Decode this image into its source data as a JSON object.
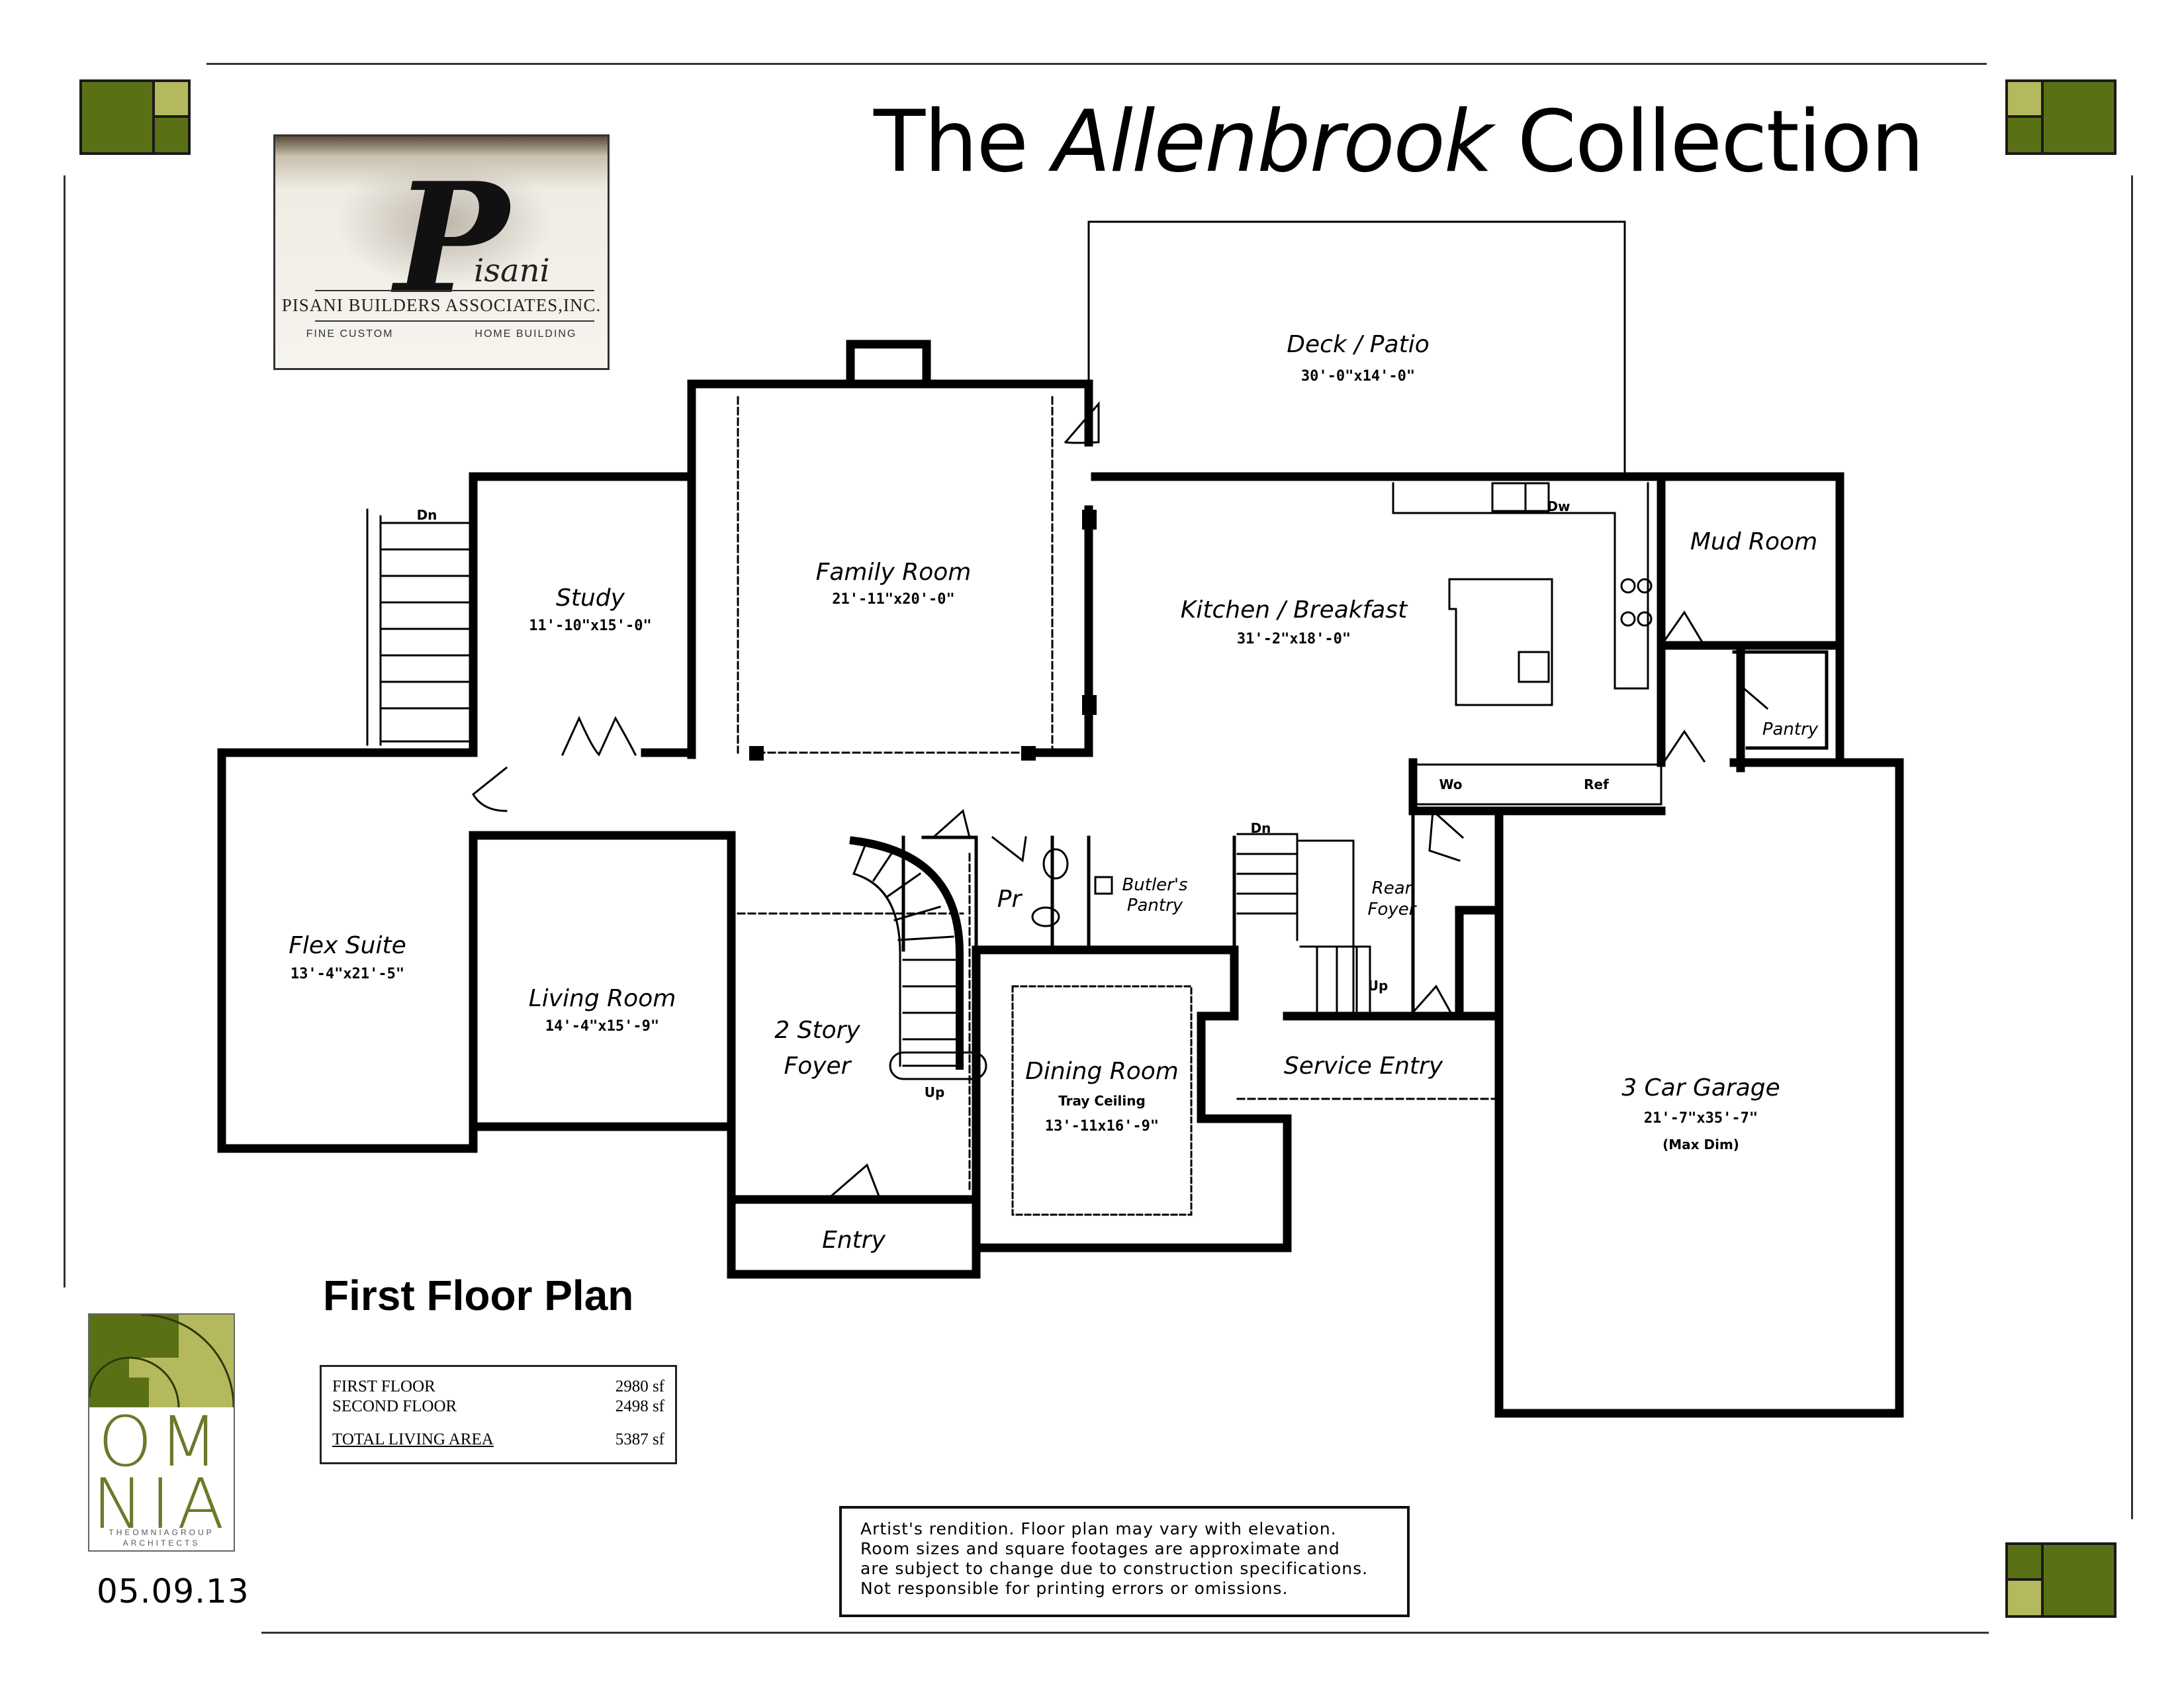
{
  "header": {
    "title_pre": "The",
    "title_italic": "Allenbrook",
    "title_post": "Collection"
  },
  "logo": {
    "script": "isani",
    "company": "PISANI BUILDERS ASSOCIATES,INC.",
    "tagline_left": "FINE CUSTOM",
    "tagline_right": "HOME BUILDING"
  },
  "plan": {
    "title": "First Floor Plan",
    "rooms": {
      "deck": {
        "name": "Deck / Patio",
        "dims": "30'-0\"x14'-0\""
      },
      "family": {
        "name": "Family Room",
        "dims": "21'-11\"x20'-0\""
      },
      "study": {
        "name": "Study",
        "dims": "11'-10\"x15'-0\""
      },
      "kitchen": {
        "name": "Kitchen / Breakfast",
        "dims": "31'-2\"x18'-0\""
      },
      "mud": {
        "name": "Mud Room"
      },
      "pantry": {
        "name": "Pantry"
      },
      "flex": {
        "name": "Flex Suite",
        "dims": "13'-4\"x21'-5\""
      },
      "living": {
        "name": "Living Room",
        "dims": "14'-4\"x15'-9\""
      },
      "foyer_line1": "2 Story",
      "foyer_line2": "Foyer",
      "pr": {
        "name": "Pr"
      },
      "butler_line1": "Butler's",
      "butler_line2": "Pantry",
      "rear_line1": "Rear",
      "rear_line2": "Foyer",
      "dining": {
        "name": "Dining Room",
        "note": "Tray Ceiling",
        "dims": "13'-11x16'-9\""
      },
      "service": {
        "name": "Service Entry"
      },
      "garage": {
        "name": "3 Car Garage",
        "dims": "21'-7\"x35'-7\"",
        "note": "(Max Dim)"
      },
      "entry": {
        "name": "Entry"
      }
    },
    "labels": {
      "dn_stair_left": "Dn",
      "dn_stair_rear": "Dn",
      "up_main": "Up",
      "up_rear": "Up",
      "dw": "Dw",
      "wo": "Wo",
      "ref": "Ref"
    }
  },
  "area_table": {
    "rows": [
      {
        "label": "FIRST FLOOR",
        "value": "2980 sf"
      },
      {
        "label": "SECOND FLOOR",
        "value": "2498 sf"
      }
    ],
    "total": {
      "label": "TOTAL LIVING AREA",
      "value": "5387 sf"
    }
  },
  "disclaimer": {
    "lines": [
      "Artist's rendition.  Floor plan may vary with elevation.",
      "Room sizes and square footages are approximate and",
      "are subject to change due to construction specifications.",
      "Not responsible for printing errors or omissions."
    ]
  },
  "architect": {
    "letters_top": "OM",
    "letters_bottom": "NIA",
    "tag1": "THEOMNIAGROUP",
    "tag2": "ARCHITECTS"
  },
  "date": "05.09.13",
  "colors": {
    "dark_green": "#5a7015",
    "light_green": "#b4b95e"
  }
}
